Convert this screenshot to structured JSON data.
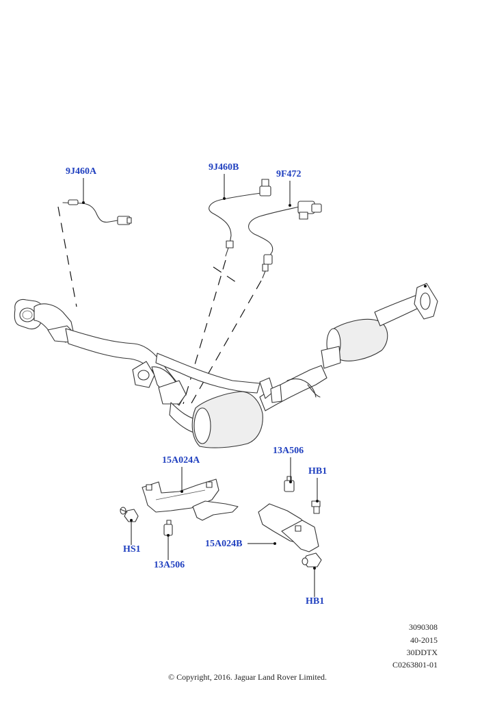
{
  "callouts": {
    "c1": "9J460A",
    "c2": "9J460B",
    "c3": "9F472",
    "c4": "13A506",
    "c5": "HB1",
    "c6": "15A024A",
    "c7": "HS1",
    "c8": "13A506",
    "c9": "15A024B",
    "c10": "HB1"
  },
  "meta": {
    "line1": "3090308",
    "line2": "40-2015",
    "line3": "30DDTX",
    "line4": "C0263801-01"
  },
  "copyright": "© Copyright, 2016. Jaguar Land Rover Limited.",
  "colors": {
    "callout": "#1f3fbf",
    "line": "#333333"
  }
}
